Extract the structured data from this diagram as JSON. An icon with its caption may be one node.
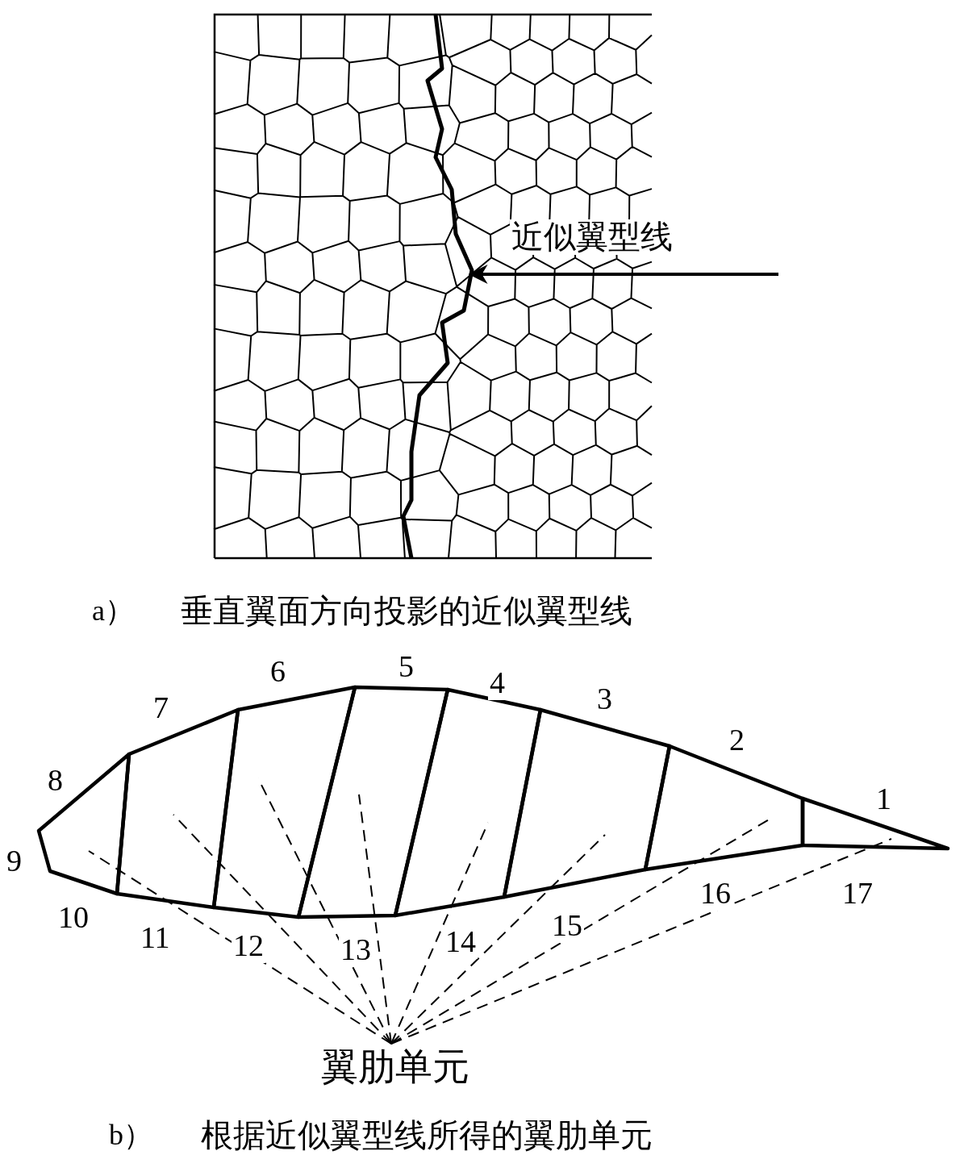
{
  "diagram": {
    "nodes": [
      {
        "text": [],
        "shape": "line"
      },
      {
        "text": [
          "翼肋单元"
        ]
      },
      {
        "text": [],
        "shape": "box"
      },
      {
        "text": [],
        "shape": "box"
      },
      {
        "text": [],
        "shape": "box"
      },
      {
        "text": [],
        "shape": "box"
      },
      {
        "text": [],
        "shape": "box"
      },
      {
        "text": [],
        "shape": "box"
      },
      {
        "text": [],
        "shape": "box"
      },
      {
        "text": [],
        "shape": "box"
      }
    ],
    "edges": [
      {
        "from": null,
        "to": 0,
        "arrow": "to"
      },
      {
        "from": 1,
        "to": 2,
        "arrow": "none",
        "style": "dashed"
      },
      {
        "from": 1,
        "to": 3,
        "arrow": "none",
        "style": "dashed"
      },
      {
        "from": 1,
        "to": 4,
        "arrow": "none",
        "style": "dashed"
      },
      {
        "from": 1,
        "to": 5,
        "arrow": "none",
        "style": "dashed"
      },
      {
        "from": 1,
        "to": 6,
        "arrow": "none",
        "style": "dashed"
      },
      {
        "from": 1,
        "to": 7,
        "arrow": "none",
        "style": "dashed"
      },
      {
        "from": 1,
        "to": 8,
        "arrow": "none",
        "style": "dashed"
      },
      {
        "from": 1,
        "to": 9,
        "arrow": "none",
        "style": "dashed"
      }
    ],
    "labels": [
      "近似翼型线",
      "a）",
      "垂直翼面方向投影的近似翼型线",
      "9",
      "8",
      "7",
      "6",
      "5",
      "4",
      "3",
      "2",
      "1",
      "10",
      "11",
      "12",
      "13",
      "14",
      "15",
      "16",
      "17",
      "b）",
      "根据近似翼型线所得的翼肋单元"
    ]
  }
}
